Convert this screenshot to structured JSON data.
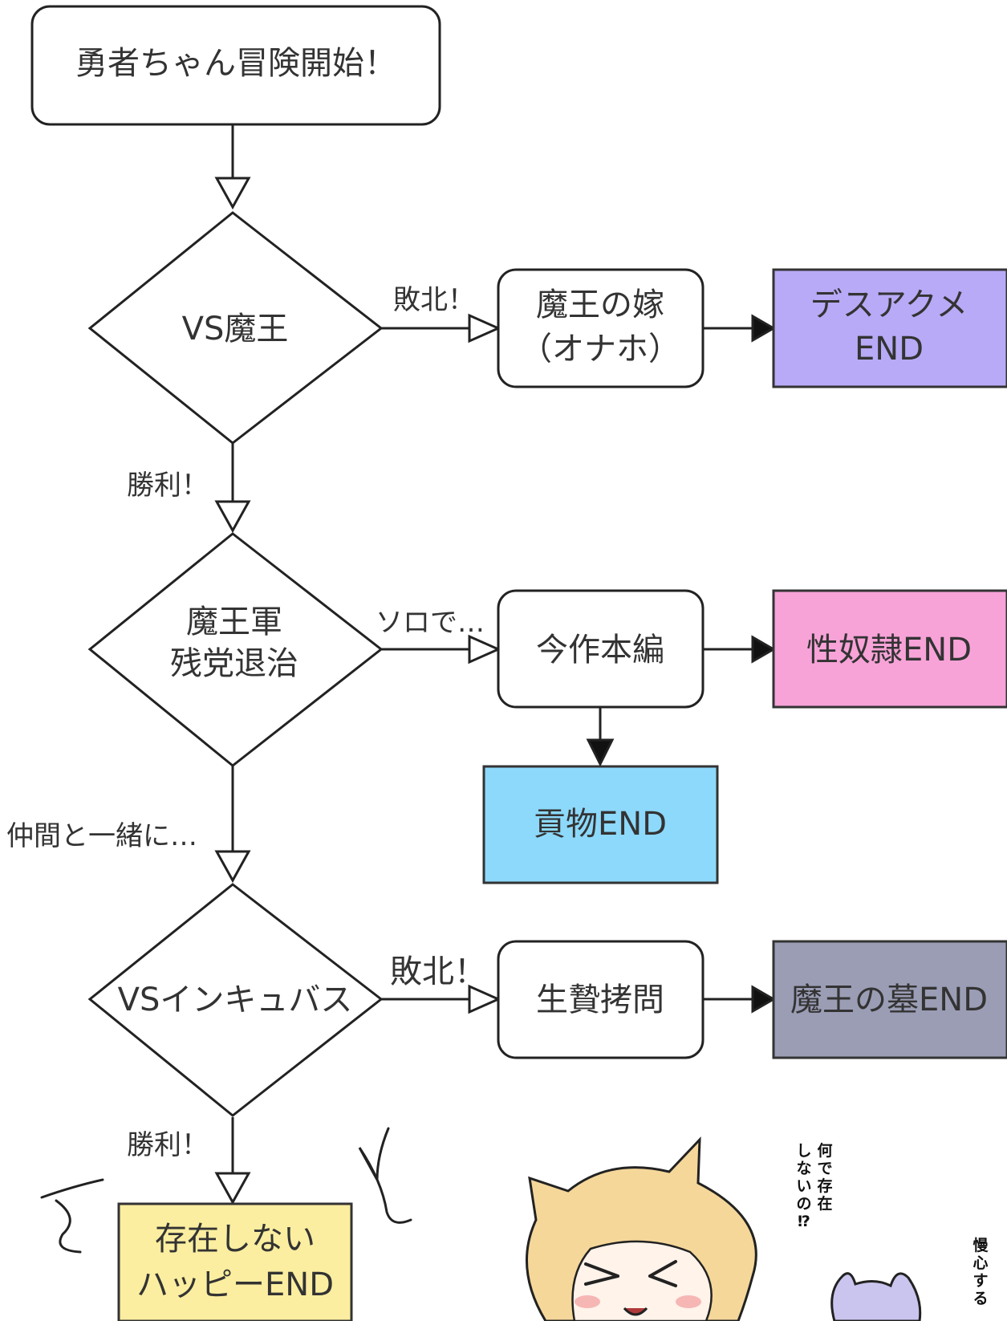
{
  "start": "勇者ちゃん冒険開始！",
  "decisions": {
    "maou": "VS魔王",
    "remnant_line1": "魔王軍",
    "remnant_line2": "残党退治",
    "incubus": "VSインキュバス"
  },
  "edges": {
    "defeat1": "敗北！",
    "victory1": "勝利！",
    "solo": "ソロで…",
    "party": "仲間と一緒に…",
    "defeat2": "敗北！",
    "victory2": "勝利！"
  },
  "nodes": {
    "bride_line1": "魔王の嫁",
    "bride_line2": "（オナホ）",
    "main_story": "今作本編",
    "sacrifice": "生贄拷問"
  },
  "endings": {
    "death_line1": "デスアクメ",
    "death_line2": "END",
    "slave": "性奴隷END",
    "tribute": "貢物END",
    "grave": "魔王の墓END",
    "happy_line1": "存在しない",
    "happy_line2": "ハッピーEND"
  },
  "manga": {
    "bubble_col1": "何で存在",
    "bubble_col2": "しないの⁉",
    "side_text": "慢心する"
  },
  "colors": {
    "death": "#b8aaf7",
    "slave": "#f7a3d8",
    "tribute": "#8dd9fb",
    "grave": "#9b9db5",
    "happy": "#fbeea0",
    "hair": "#f5d79a",
    "creature": "#c9c5ef"
  }
}
